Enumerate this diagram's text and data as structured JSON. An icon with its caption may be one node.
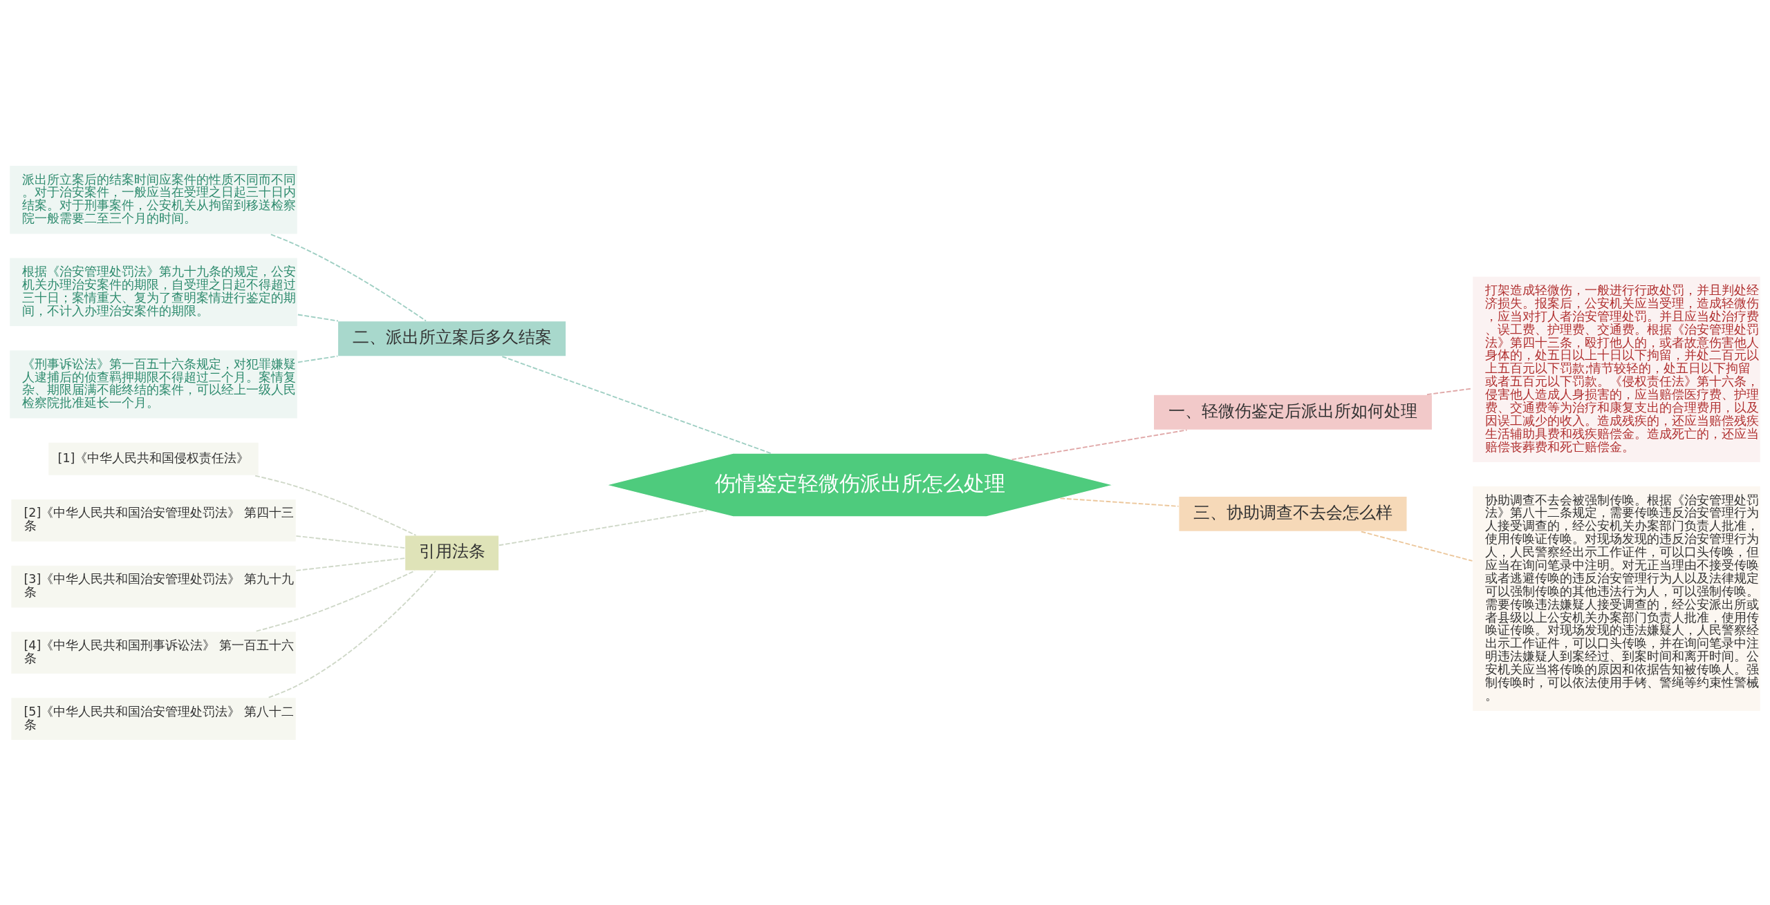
{
  "diagram": {
    "nodes": [
      {
        "text": [
          "伤情鉴定轻微伤派出所怎么处理"
        ]
      },
      {
        "text": [
          "一、轻微伤鉴定后派出所如何处理"
        ]
      },
      {
        "text": [
          "打架造成轻微伤，一般进行行政处罚，并且判处经济损失。报案后，公安机关应当受理，造成轻微伤，应当对打人者治安管理处罚。并且应当处治疗费、误工费、护理费、交通费。根据《治安管理处罚法》第四十三条，殴打他人的，或者故意伤害他人身体的，处五日以上十日以下拘留，并处二百元以上五百元以下罚款;情节较轻的，处五日以下拘留或者五百元以下罚款。《侵权责任法》第十六条，侵害他人造成人身损害的，应当赔偿医疗费、护理费、交通费等为治疗和康复支出的合理费用，以及因误工减少的收入。造成残疾的，还应当赔偿残疾生活辅助具费和残疾赔偿金。造成死亡的，还应当赔偿丧葬费和死亡赔偿金。"
        ]
      },
      {
        "text": [
          "二、派出所立案后多久结案"
        ]
      },
      {
        "text": [
          "派出所立案后的结案时间应案件的性质不同而不同。对于治安案件，一般应当在受理之日起三十日内结案。对于刑事案件，公安机关从拘留到移送检察院一般需要二至三个月的时间。"
        ]
      },
      {
        "text": [
          "根据《治安管理处罚法》第九十九条的规定，公安机关办理治安案件的期限，自受理之日起不得超过三十日；案情重大、复为了查明案情进行鉴定的期间，不计入办理治安案件的期限。"
        ]
      },
      {
        "text": [
          "《刑事诉讼法》第一百五十六条规定，对犯罪嫌疑人逮捕后的侦查羁押期限不得超过二个月。案情复杂、期限届满不能终结的案件，可以经上一级人民检察院批准延长一个月。"
        ]
      },
      {
        "text": [
          "三、协助调查不去会怎么样"
        ]
      },
      {
        "text": [
          "协助调查不去会被强制传唤。根据《治安管理处罚法》第八十二条规定，需要传唤违反治安管理行为人接受调查的，经公安机关办案部门负责人批准，使用传唤证传唤。对现场发现的违反治安管理行为人，人民警察经出示工作证件，可以口头传唤，但应当在询问笔录中注明。对无正当理由不接受传唤或者逃避传唤的违反治安管理行为人以及法律规定可以强制传唤的其他违法行为人，可以强制传唤。需要传唤违法嫌疑人接受调查的，经公安派出所或者县级以上公安机关办案部门负责人批准，使用传唤证传唤。对现场发现的违法嫌疑人，人民警察经出示工作证件，可以口头传唤，并在询问笔录中注明违法嫌疑人到案经过、到案时间和离开时间。公安机关应当将传唤的原因和依据告知被传唤人。强制传唤时，可以依法使用手铐、警绳等约束性警械。"
        ]
      },
      {
        "text": [
          "引用法条"
        ]
      },
      {
        "text": [
          "[1]《中华人民共和国侵权责任法》"
        ]
      },
      {
        "text": [
          "[2]《中华人民共和国治安管理处罚法》 第四十三条"
        ]
      },
      {
        "text": [
          "[3]《中华人民共和国治安管理处罚法》 第九十九条"
        ]
      },
      {
        "text": [
          "[4]《中华人民共和国刑事诉讼法》 第一百五十六条"
        ]
      },
      {
        "text": [
          "[5]《中华人民共和国治安管理处罚法》 第八十二条"
        ]
      }
    ],
    "edges": [
      {
        "from": 0,
        "to": 1,
        "arrow": "none"
      },
      {
        "from": 1,
        "to": 2,
        "arrow": "none"
      },
      {
        "from": 0,
        "to": 3,
        "arrow": "none"
      },
      {
        "from": 3,
        "to": 4,
        "arrow": "none"
      },
      {
        "from": 3,
        "to": 5,
        "arrow": "none"
      },
      {
        "from": 3,
        "to": 6,
        "arrow": "none"
      },
      {
        "from": 0,
        "to": 7,
        "arrow": "none"
      },
      {
        "from": 7,
        "to": 8,
        "arrow": "none"
      },
      {
        "from": 0,
        "to": 9,
        "arrow": "none"
      },
      {
        "from": 9,
        "to": 10,
        "arrow": "none"
      },
      {
        "from": 9,
        "to": 11,
        "arrow": "none"
      },
      {
        "from": 9,
        "to": 12,
        "arrow": "none"
      },
      {
        "from": 9,
        "to": 13,
        "arrow": "none"
      },
      {
        "from": 9,
        "to": 14,
        "arrow": "none"
      }
    ]
  }
}
